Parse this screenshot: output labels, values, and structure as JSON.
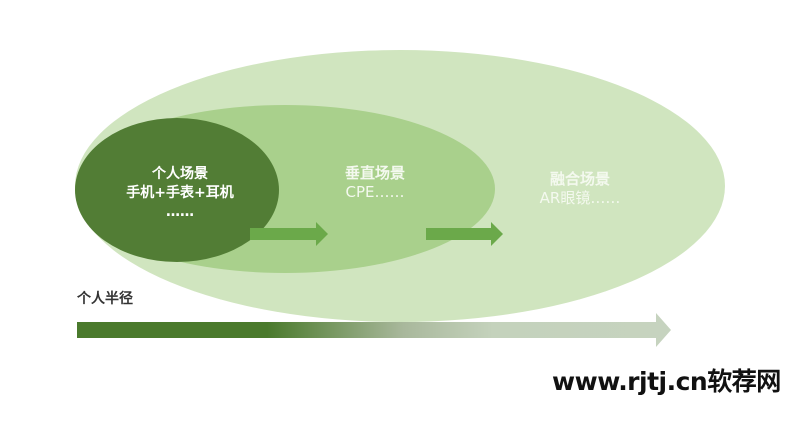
{
  "stages": [
    {
      "title": "个人场景",
      "detail": "手机+手表+耳机",
      "more": "……"
    },
    {
      "title": "垂直场景",
      "detail": "CPE……"
    },
    {
      "title": "融合场景",
      "detail": "AR眼镜……"
    }
  ],
  "axis_label": "个人半径",
  "watermark": "www.rjtj.cn软荐网",
  "colors": {
    "dark": "#527d35",
    "medium": "#a9d08c",
    "light": "#d0e5bf",
    "arrow": "#6ba94a"
  }
}
